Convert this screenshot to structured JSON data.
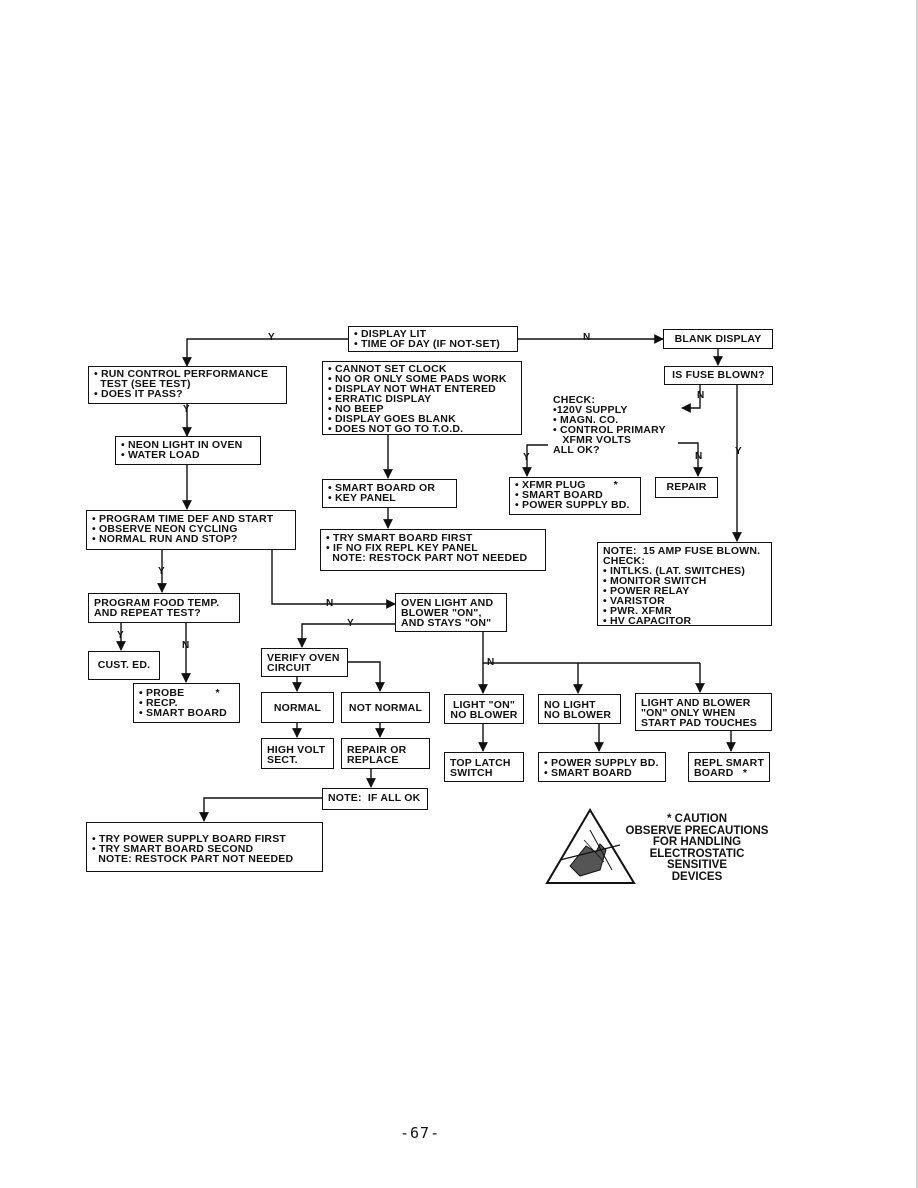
{
  "nodes": {
    "display_lit": [
      "• DISPLAY LIT",
      "• TIME OF DAY (IF NOT-SET)"
    ],
    "blank_display": [
      "BLANK DISPLAY"
    ],
    "is_fuse_blown": [
      "IS FUSE BLOWN?"
    ],
    "run_control": [
      "• RUN CONTROL PERFORMANCE",
      "  TEST (SEE TEST)",
      "• DOES IT PASS?"
    ],
    "cannot_set_clock": [
      "• CANNOT SET CLOCK",
      "• NO OR ONLY SOME PADS WORK",
      "• DISPLAY NOT WHAT ENTERED",
      "• ERRATIC DISPLAY",
      "• NO BEEP",
      "• DISPLAY GOES BLANK",
      "• DOES NOT GO TO T.O.D."
    ],
    "check_supply": [
      "CHECK:",
      "•120V SUPPLY",
      "• MAGN. CO.",
      "• CONTROL PRIMARY",
      "   XFMR VOLTS",
      "ALL OK?"
    ],
    "neon_light": [
      "• NEON LIGHT IN OVEN",
      "• WATER LOAD"
    ],
    "smart_board_or": [
      "• SMART BOARD OR",
      "• KEY PANEL"
    ],
    "xfmr_plug": [
      "• XFMR PLUG         *",
      "• SMART BOARD",
      "• POWER SUPPLY BD."
    ],
    "repair": [
      "REPAIR"
    ],
    "program_time": [
      "• PROGRAM TIME DEF AND START",
      "• OBSERVE NEON CYCLING",
      "• NORMAL RUN AND STOP?"
    ],
    "try_smart_board": [
      "• TRY SMART BOARD FIRST",
      "• IF NO FIX REPL KEY PANEL",
      "  NOTE: RESTOCK PART NOT NEEDED"
    ],
    "fuse_note": [
      "NOTE:  15 AMP FUSE BLOWN.",
      "CHECK:",
      "• INTLKS. (LAT. SWITCHES)",
      "• MONITOR SWITCH",
      "• POWER RELAY",
      "• VARISTOR",
      "• PWR. XFMR",
      "• HV CAPACITOR"
    ],
    "program_food": [
      "PROGRAM FOOD TEMP.",
      "AND REPEAT TEST?"
    ],
    "oven_light": [
      "OVEN LIGHT AND",
      "BLOWER \"ON\",",
      "AND STAYS \"ON\""
    ],
    "verify_oven": [
      "VERIFY OVEN",
      "CIRCUIT"
    ],
    "cust_ed": [
      "CUST. ED."
    ],
    "probe": [
      "• PROBE          *",
      "• RECP.",
      "• SMART BOARD"
    ],
    "normal": [
      "NORMAL"
    ],
    "not_normal": [
      "NOT NORMAL"
    ],
    "light_on_no_blower": [
      "LIGHT \"ON\"",
      "NO BLOWER"
    ],
    "no_light_no_blower": [
      "NO LIGHT",
      "NO BLOWER"
    ],
    "light_and_blower": [
      "LIGHT AND BLOWER",
      "\"ON\" ONLY WHEN",
      "START PAD TOUCHES"
    ],
    "high_volt": [
      "HIGH VOLT",
      "SECT."
    ],
    "repair_or_replace": [
      "REPAIR OR",
      "REPLACE"
    ],
    "top_latch": [
      "TOP LATCH",
      "SWITCH"
    ],
    "power_supply_bd": [
      "• POWER SUPPLY BD.",
      "• SMART BOARD"
    ],
    "repl_smart": [
      "REPL SMART",
      "BOARD   *"
    ],
    "note_all_ok": [
      "NOTE:  IF ALL OK"
    ],
    "try_power_supply": [
      "• TRY POWER SUPPLY BOARD FIRST",
      "• TRY SMART BOARD SECOND",
      "  NOTE: RESTOCK PART NOT NEEDED"
    ]
  },
  "edge_labels": {
    "y": "Y",
    "n": "N"
  },
  "caution": [
    "* CAUTION",
    "OBSERVE PRECAUTIONS",
    "FOR HANDLING",
    "ELECTROSTATIC",
    "SENSITIVE",
    "DEVICES"
  ],
  "page_number": "-67-"
}
